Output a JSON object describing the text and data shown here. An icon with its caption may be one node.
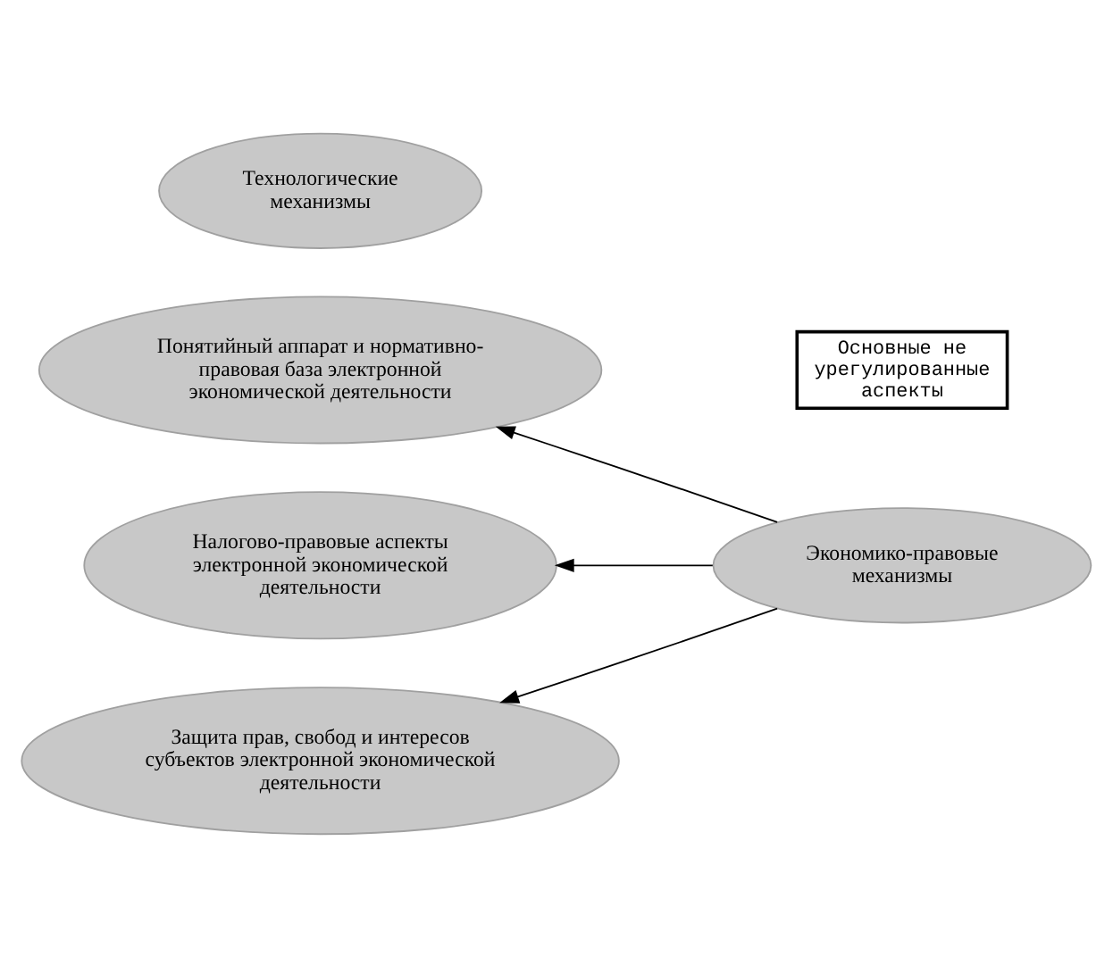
{
  "diagram": {
    "nodes": [
      {
        "text": [
          "Технологические механизмы"
        ]
      },
      {
        "text": [
          "Экономико-правовые механизмы"
        ]
      },
      {
        "text": [
          "Понятийный аппарат и нормативно-правовая база электронной экономической деятельности"
        ]
      },
      {
        "text": [
          "Налогово-правовые аспекты электронной экономической деятельности"
        ]
      },
      {
        "text": [
          "Защита прав, свобод и интересов субъектов электронной экономической деятельности"
        ]
      },
      {
        "text": [
          "Основные не урегулированные аспекты"
        ]
      }
    ],
    "edges": [
      {
        "from": 1,
        "to": 2,
        "arrow": "to"
      },
      {
        "from": 1,
        "to": 3,
        "arrow": "to"
      },
      {
        "from": 1,
        "to": 4,
        "arrow": "to"
      }
    ]
  }
}
